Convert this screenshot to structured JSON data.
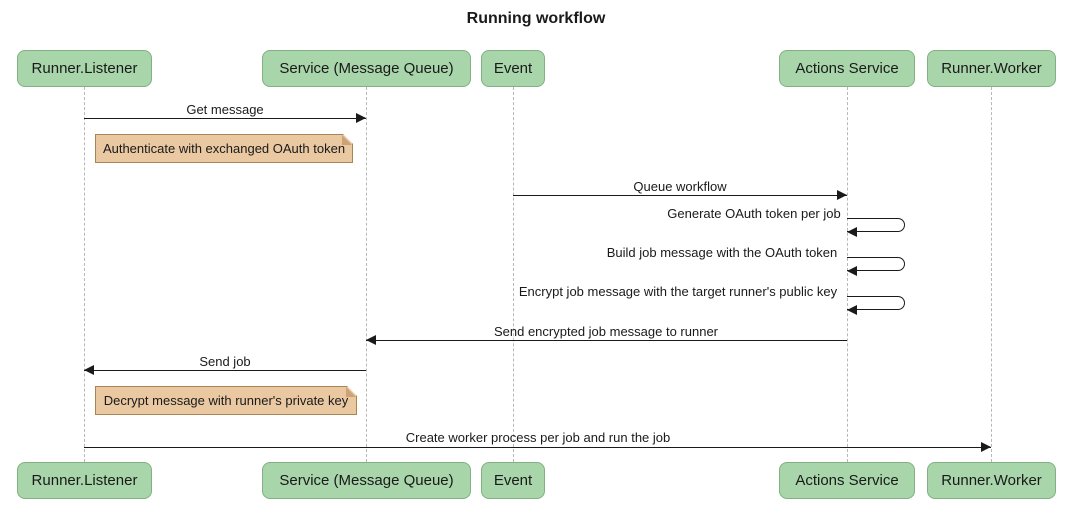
{
  "title": "Running workflow",
  "diagram_type": "sequence",
  "participants": [
    {
      "label": "Runner.Listener"
    },
    {
      "label": "Service (Message Queue)"
    },
    {
      "label": "Event"
    },
    {
      "label": "Actions Service"
    },
    {
      "label": "Runner.Worker"
    }
  ],
  "messages": [
    {
      "type": "solid-arrow",
      "from": "Runner.Listener",
      "to": "Service (Message Queue)",
      "label": "Get message"
    },
    {
      "type": "note",
      "over": [
        "Runner.Listener",
        "Service (Message Queue)"
      ],
      "label": "Authenticate with exchanged OAuth token"
    },
    {
      "type": "solid-arrow",
      "from": "Event",
      "to": "Actions Service",
      "label": "Queue workflow"
    },
    {
      "type": "self",
      "from": "Actions Service",
      "to": "Actions Service",
      "label": "Generate OAuth token per job"
    },
    {
      "type": "self",
      "from": "Actions Service",
      "to": "Actions Service",
      "label": "Build job message with the OAuth token"
    },
    {
      "type": "self",
      "from": "Actions Service",
      "to": "Actions Service",
      "label": "Encrypt job message with the target runner's public key"
    },
    {
      "type": "solid-arrow",
      "from": "Actions Service",
      "to": "Service (Message Queue)",
      "label": "Send encrypted job message to runner"
    },
    {
      "type": "solid-arrow",
      "from": "Service (Message Queue)",
      "to": "Runner.Listener",
      "label": "Send job"
    },
    {
      "type": "note",
      "over": [
        "Runner.Listener",
        "Service (Message Queue)"
      ],
      "label": "Decrypt message with runner's private key"
    },
    {
      "type": "solid-arrow",
      "from": "Runner.Listener",
      "to": "Runner.Worker",
      "label": "Create worker process per job and run the job"
    }
  ],
  "colors": {
    "participant_fill": "#a8d5aa",
    "participant_border": "#82b082",
    "note_fill": "#e9c8a2",
    "note_border": "#aa8452",
    "note_fold": "#cda274",
    "lifeline": "#b8b8b8",
    "arrow": "#1a1a1a"
  }
}
